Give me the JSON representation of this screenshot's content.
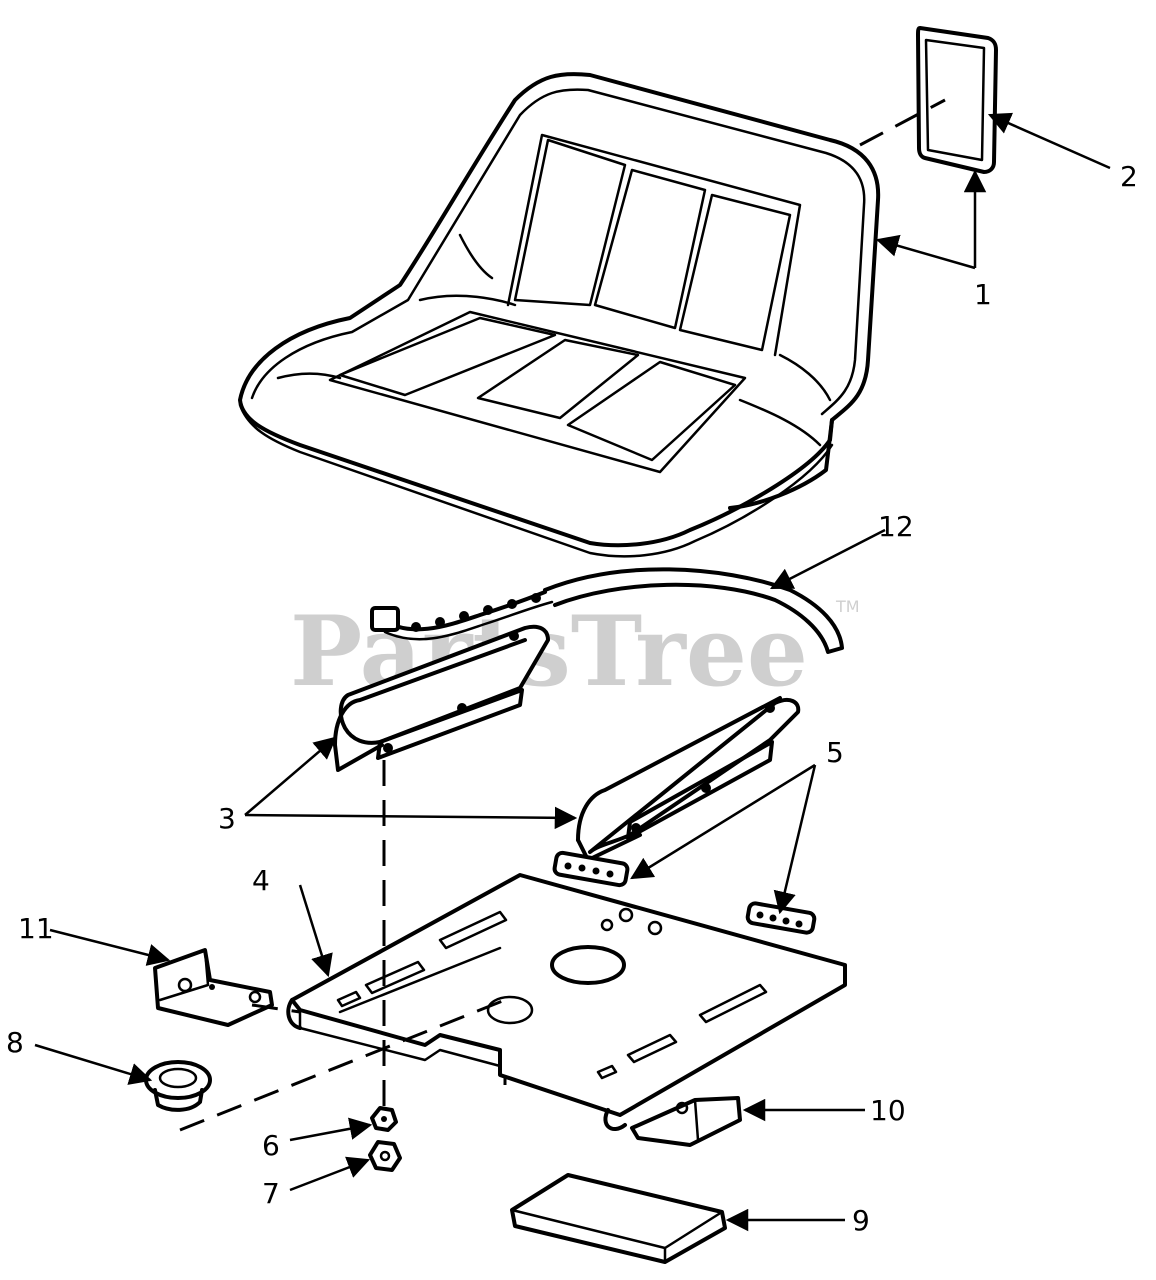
{
  "watermark": {
    "text": "PartsTree",
    "mark": "TM"
  },
  "callouts": [
    "1",
    "2",
    "3",
    "4",
    "5",
    "6",
    "7",
    "8",
    "9",
    "10",
    "11",
    "12"
  ]
}
